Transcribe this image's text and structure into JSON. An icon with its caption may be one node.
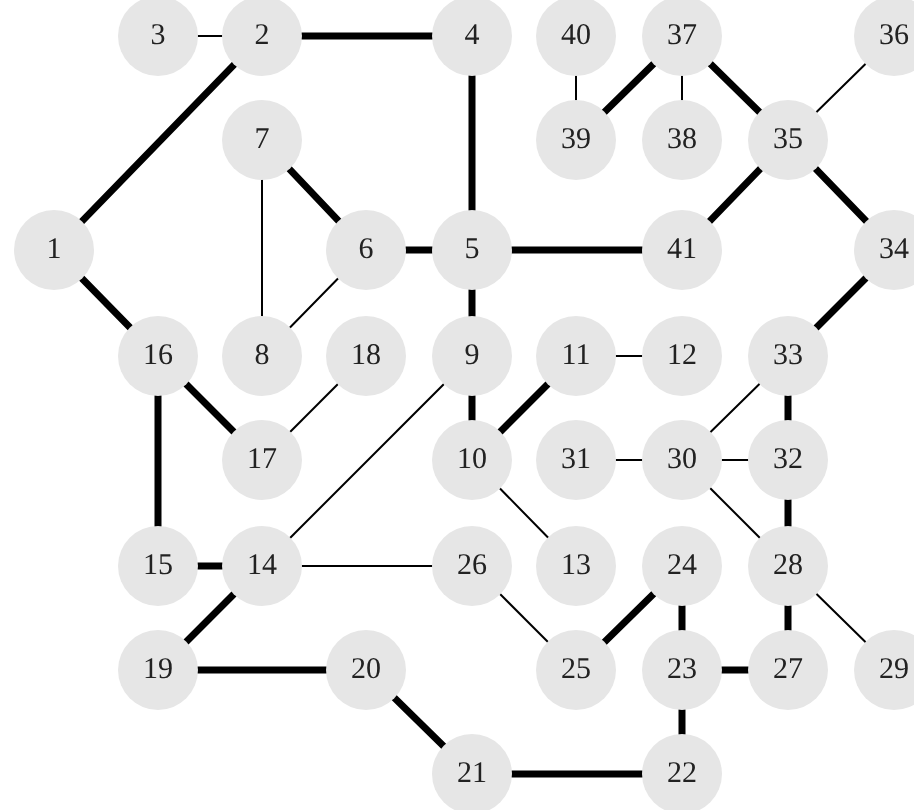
{
  "diagram": {
    "nodes": [
      {
        "text": [
          "1"
        ]
      },
      {
        "text": [
          "2"
        ]
      },
      {
        "text": [
          "3"
        ]
      },
      {
        "text": [
          "4"
        ]
      },
      {
        "text": [
          "5"
        ]
      },
      {
        "text": [
          "6"
        ]
      },
      {
        "text": [
          "7"
        ]
      },
      {
        "text": [
          "8"
        ]
      },
      {
        "text": [
          "9"
        ]
      },
      {
        "text": [
          "10"
        ]
      },
      {
        "text": [
          "11"
        ]
      },
      {
        "text": [
          "12"
        ]
      },
      {
        "text": [
          "13"
        ]
      },
      {
        "text": [
          "14"
        ]
      },
      {
        "text": [
          "15"
        ]
      },
      {
        "text": [
          "16"
        ]
      },
      {
        "text": [
          "17"
        ]
      },
      {
        "text": [
          "18"
        ]
      },
      {
        "text": [
          "19"
        ]
      },
      {
        "text": [
          "20"
        ]
      },
      {
        "text": [
          "21"
        ]
      },
      {
        "text": [
          "22"
        ]
      },
      {
        "text": [
          "23"
        ]
      },
      {
        "text": [
          "24"
        ]
      },
      {
        "text": [
          "25"
        ]
      },
      {
        "text": [
          "26"
        ]
      },
      {
        "text": [
          "27"
        ]
      },
      {
        "text": [
          "28"
        ]
      },
      {
        "text": [
          "29"
        ]
      },
      {
        "text": [
          "30"
        ]
      },
      {
        "text": [
          "31"
        ]
      },
      {
        "text": [
          "32"
        ]
      },
      {
        "text": [
          "33"
        ]
      },
      {
        "text": [
          "34"
        ]
      },
      {
        "text": [
          "35"
        ]
      },
      {
        "text": [
          "36"
        ]
      },
      {
        "text": [
          "37"
        ]
      },
      {
        "text": [
          "38"
        ]
      },
      {
        "text": [
          "39"
        ]
      },
      {
        "text": [
          "40"
        ]
      },
      {
        "text": [
          "41"
        ]
      }
    ],
    "edges": [
      {
        "from": 2,
        "to": 1,
        "arrow": "none"
      },
      {
        "from": 6,
        "to": 7,
        "arrow": "none"
      },
      {
        "from": 7,
        "to": 5,
        "arrow": "none"
      },
      {
        "from": 17,
        "to": 16,
        "arrow": "none"
      },
      {
        "from": 8,
        "to": 13,
        "arrow": "none"
      },
      {
        "from": 13,
        "to": 25,
        "arrow": "none"
      },
      {
        "from": 9,
        "to": 12,
        "arrow": "none"
      },
      {
        "from": 10,
        "to": 11,
        "arrow": "none"
      },
      {
        "from": 30,
        "to": 29,
        "arrow": "none"
      },
      {
        "from": 29,
        "to": 31,
        "arrow": "none"
      },
      {
        "from": 29,
        "to": 32,
        "arrow": "none"
      },
      {
        "from": 29,
        "to": 27,
        "arrow": "none"
      },
      {
        "from": 27,
        "to": 28,
        "arrow": "none"
      },
      {
        "from": 25,
        "to": 24,
        "arrow": "none"
      },
      {
        "from": 39,
        "to": 38,
        "arrow": "none"
      },
      {
        "from": 36,
        "to": 37,
        "arrow": "none"
      },
      {
        "from": 34,
        "to": 35,
        "arrow": "none"
      },
      {
        "from": 0,
        "to": 1,
        "arrow": "none"
      },
      {
        "from": 1,
        "to": 3,
        "arrow": "none"
      },
      {
        "from": 3,
        "to": 4,
        "arrow": "none"
      },
      {
        "from": 4,
        "to": 5,
        "arrow": "none"
      },
      {
        "from": 5,
        "to": 6,
        "arrow": "none"
      },
      {
        "from": 4,
        "to": 8,
        "arrow": "none"
      },
      {
        "from": 8,
        "to": 9,
        "arrow": "none"
      },
      {
        "from": 9,
        "to": 10,
        "arrow": "none"
      },
      {
        "from": 4,
        "to": 40,
        "arrow": "none"
      },
      {
        "from": 40,
        "to": 34,
        "arrow": "none"
      },
      {
        "from": 34,
        "to": 36,
        "arrow": "none"
      },
      {
        "from": 36,
        "to": 38,
        "arrow": "none"
      },
      {
        "from": 34,
        "to": 33,
        "arrow": "none"
      },
      {
        "from": 33,
        "to": 32,
        "arrow": "none"
      },
      {
        "from": 32,
        "to": 31,
        "arrow": "none"
      },
      {
        "from": 31,
        "to": 27,
        "arrow": "none"
      },
      {
        "from": 27,
        "to": 26,
        "arrow": "none"
      },
      {
        "from": 26,
        "to": 22,
        "arrow": "none"
      },
      {
        "from": 22,
        "to": 23,
        "arrow": "none"
      },
      {
        "from": 23,
        "to": 24,
        "arrow": "none"
      },
      {
        "from": 22,
        "to": 21,
        "arrow": "none"
      },
      {
        "from": 21,
        "to": 20,
        "arrow": "none"
      },
      {
        "from": 20,
        "to": 19,
        "arrow": "none"
      },
      {
        "from": 19,
        "to": 18,
        "arrow": "none"
      },
      {
        "from": 18,
        "to": 13,
        "arrow": "none"
      },
      {
        "from": 13,
        "to": 14,
        "arrow": "none"
      },
      {
        "from": 14,
        "to": 15,
        "arrow": "none"
      },
      {
        "from": 15,
        "to": 16,
        "arrow": "none"
      },
      {
        "from": 15,
        "to": 0,
        "arrow": "none"
      }
    ]
  }
}
